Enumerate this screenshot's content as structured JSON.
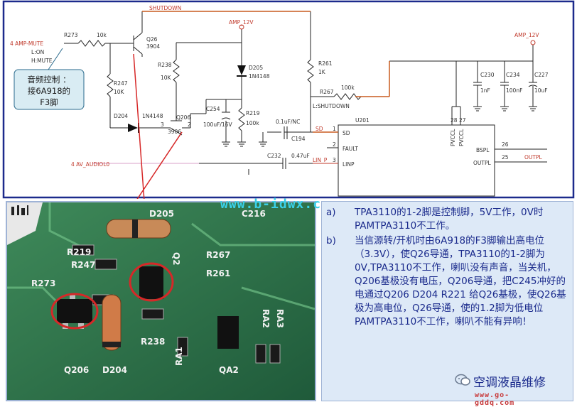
{
  "schematic": {
    "shutdown_top": "SHUTDOWN",
    "amp_mute": "4  AMP-MUTE",
    "l_on": "L:ON",
    "h_mute": "H:MUTE",
    "r273": "R273",
    "r273_val": "10k",
    "q26": "Q26",
    "q26_part": "3904",
    "amp12_left": "AMP_12V",
    "amp12_right": "AMP_12V",
    "r238": "R238",
    "r238_val": "10K",
    "d205": "D205",
    "d205_part": "1N4148",
    "r261": "R261",
    "r261_val": "1K",
    "r247": "R247",
    "r247_val": "10K",
    "d204": "D204",
    "d204_part": "1N4148",
    "q206": "Q206",
    "q206_part": "3906",
    "pin3": "3",
    "pin2": "2",
    "c254": "C254",
    "c254_val": "100uF/16V",
    "r219": "R219",
    "r219_val": "100k",
    "r267": "R267",
    "r267_val": "100k",
    "l_shutdown": "L:SHUTDOWN",
    "c194_val": "0.1uF/NC",
    "c194": "C194",
    "c232": "C232",
    "c232_val": "0.47uF",
    "sd_net": "SD",
    "lin_p": "LIN_P",
    "av_audio": "4  AV_AUDIOL0",
    "u201": "U201",
    "pin_sd": "SD",
    "pin_fault": "FAULT",
    "pin_linp": "LINP",
    "pn1": "1",
    "pn2": "2",
    "pn3": "3",
    "pvccl1": "PVCCL",
    "pvccl2": "PVCCL",
    "pn28": "28",
    "pn27": "27",
    "bspl": "BSPL",
    "outpl": "OUTPL",
    "pn26": "26",
    "pn25": "25",
    "outpl_net": "OUTPL",
    "c230": "C230",
    "c230_val": "1nF",
    "c234": "C234",
    "c234_val": "100nF",
    "c227": "C227",
    "c227_val": "10uF",
    "callout_line1": "音频控制 ：",
    "callout_line2": "接6A918的",
    "callout_line3": "F3脚"
  },
  "watermark": "www.b-idwx.com",
  "photo": {
    "r219": "R219",
    "r247": "R247",
    "r273": "R273",
    "q206": "Q206",
    "d204": "D204",
    "d205": "D205",
    "c216": "C216",
    "r267": "R267",
    "r261": "R261",
    "r238": "R238",
    "ra1": "RA1",
    "qa2": "QA2",
    "q26": "Q2",
    "ra2": "RA2",
    "ra3": "RA3"
  },
  "explanation": {
    "a_marker": "a)",
    "a_text": "TPA3110的1-2脚是控制脚，5V工作，0V时PAMTPA3110不工作。",
    "b_marker": "b)",
    "b_text": "当信源转/开机时由6A918的F3脚输出高电位（3.3V），使Q26导通，TPA3110的1-2脚为0V,TPA3110不工作，喇叭没有声音，当关机，Q206基极没有电压，Q206导通，把C245冲好的电通过Q206 D204 R221 给Q26基极，使Q26基极为高电位，Q26导通，使的1.2脚为低电位PAMTPA3110不工作，喇叭不能有异响！"
  },
  "brand": {
    "name": "空调液晶维修",
    "url": "www.go-gddq.com",
    "icon": "wechat-icon"
  }
}
